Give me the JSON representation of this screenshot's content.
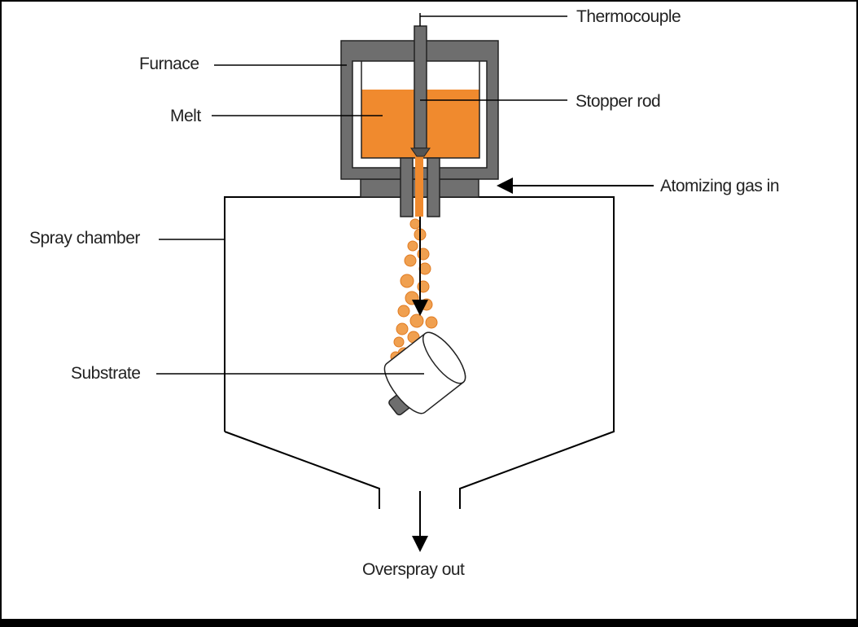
{
  "diagram": {
    "labels": {
      "thermocouple": "Thermocouple",
      "furnace": "Furnace",
      "melt": "Melt",
      "stopper_rod": "Stopper rod",
      "atomizing_gas": "Atomizing gas in",
      "spray_chamber": "Spray chamber",
      "substrate": "Substrate",
      "overspray": "Overspray out"
    },
    "colors": {
      "melt": "#F08A2E",
      "spray": "#F0A050",
      "furnace_wall": "#6E6E6E",
      "line": "#000000"
    }
  }
}
